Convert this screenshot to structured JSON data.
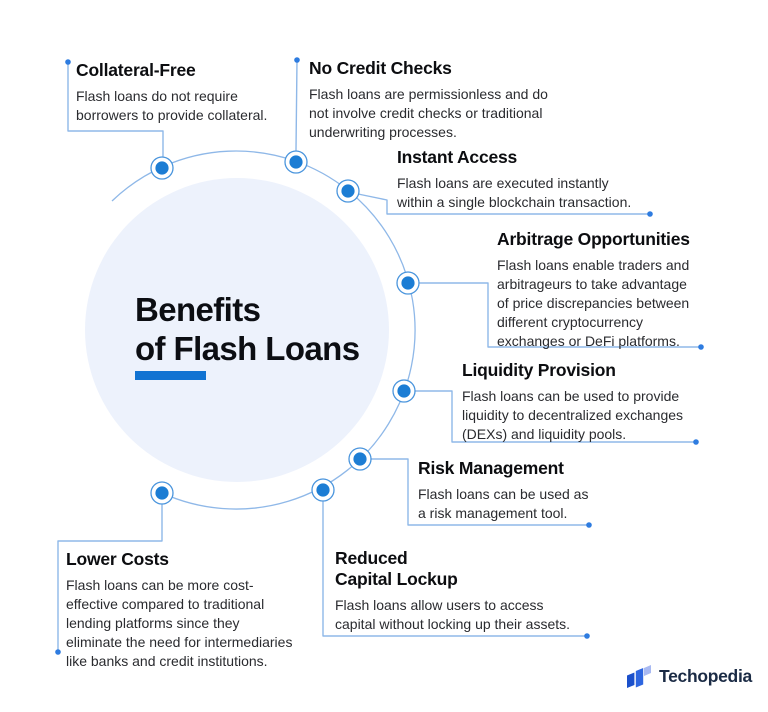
{
  "title": {
    "text": "Benefits\nof Flash Loans"
  },
  "benefits": [
    {
      "id": "collateral-free",
      "heading": "Collateral-Free",
      "body": "Flash loans do not require\nborrowers to provide collateral."
    },
    {
      "id": "no-credit-checks",
      "heading": "No Credit Checks",
      "body": "Flash loans are permissionless and do\nnot involve credit checks or traditional\nunderwriting processes."
    },
    {
      "id": "instant-access",
      "heading": "Instant Access",
      "body": "Flash loans are executed instantly\nwithin a single blockchain transaction."
    },
    {
      "id": "arbitrage-opportunities",
      "heading": "Arbitrage Opportunities",
      "body": "Flash loans enable traders and\narbitrageurs to take advantage\nof price discrepancies between\ndifferent cryptocurrency\nexchanges or DeFi platforms."
    },
    {
      "id": "liquidity-provision",
      "heading": "Liquidity Provision",
      "body": "Flash loans can be used to provide\nliquidity to decentralized exchanges\n(DEXs) and liquidity pools."
    },
    {
      "id": "risk-management",
      "heading": "Risk Management",
      "body": "Flash loans can be used as\na risk management tool."
    },
    {
      "id": "reduced-capital-lockup",
      "heading": "Reduced\nCapital Lockup",
      "body": "Flash loans allow users to access\ncapital without locking up their assets."
    },
    {
      "id": "lower-costs",
      "heading": "Lower Costs",
      "body": "Flash loans can be more cost-\neffective compared to traditional\nlending platforms since they\neliminate the need for intermediaries\nlike banks and credit institutions."
    }
  ],
  "brand": {
    "name": "Techopedia"
  },
  "colors": {
    "accent_bar": "#1173d2",
    "node_fill": "#1c7dd4",
    "node_ring": "#4a95dd",
    "connector_line": "#8fb8e8",
    "end_dot": "#2e7ce0",
    "center_circle_fill": "#edf2fc",
    "heading_text": "#0c0d10",
    "body_text": "#2a2b2f",
    "brand_navy": "#1b2b45",
    "logo_dark_blue": "#1b50cb",
    "logo_mid_blue": "#2e66e0",
    "logo_light_blue": "#a8b9f2"
  }
}
